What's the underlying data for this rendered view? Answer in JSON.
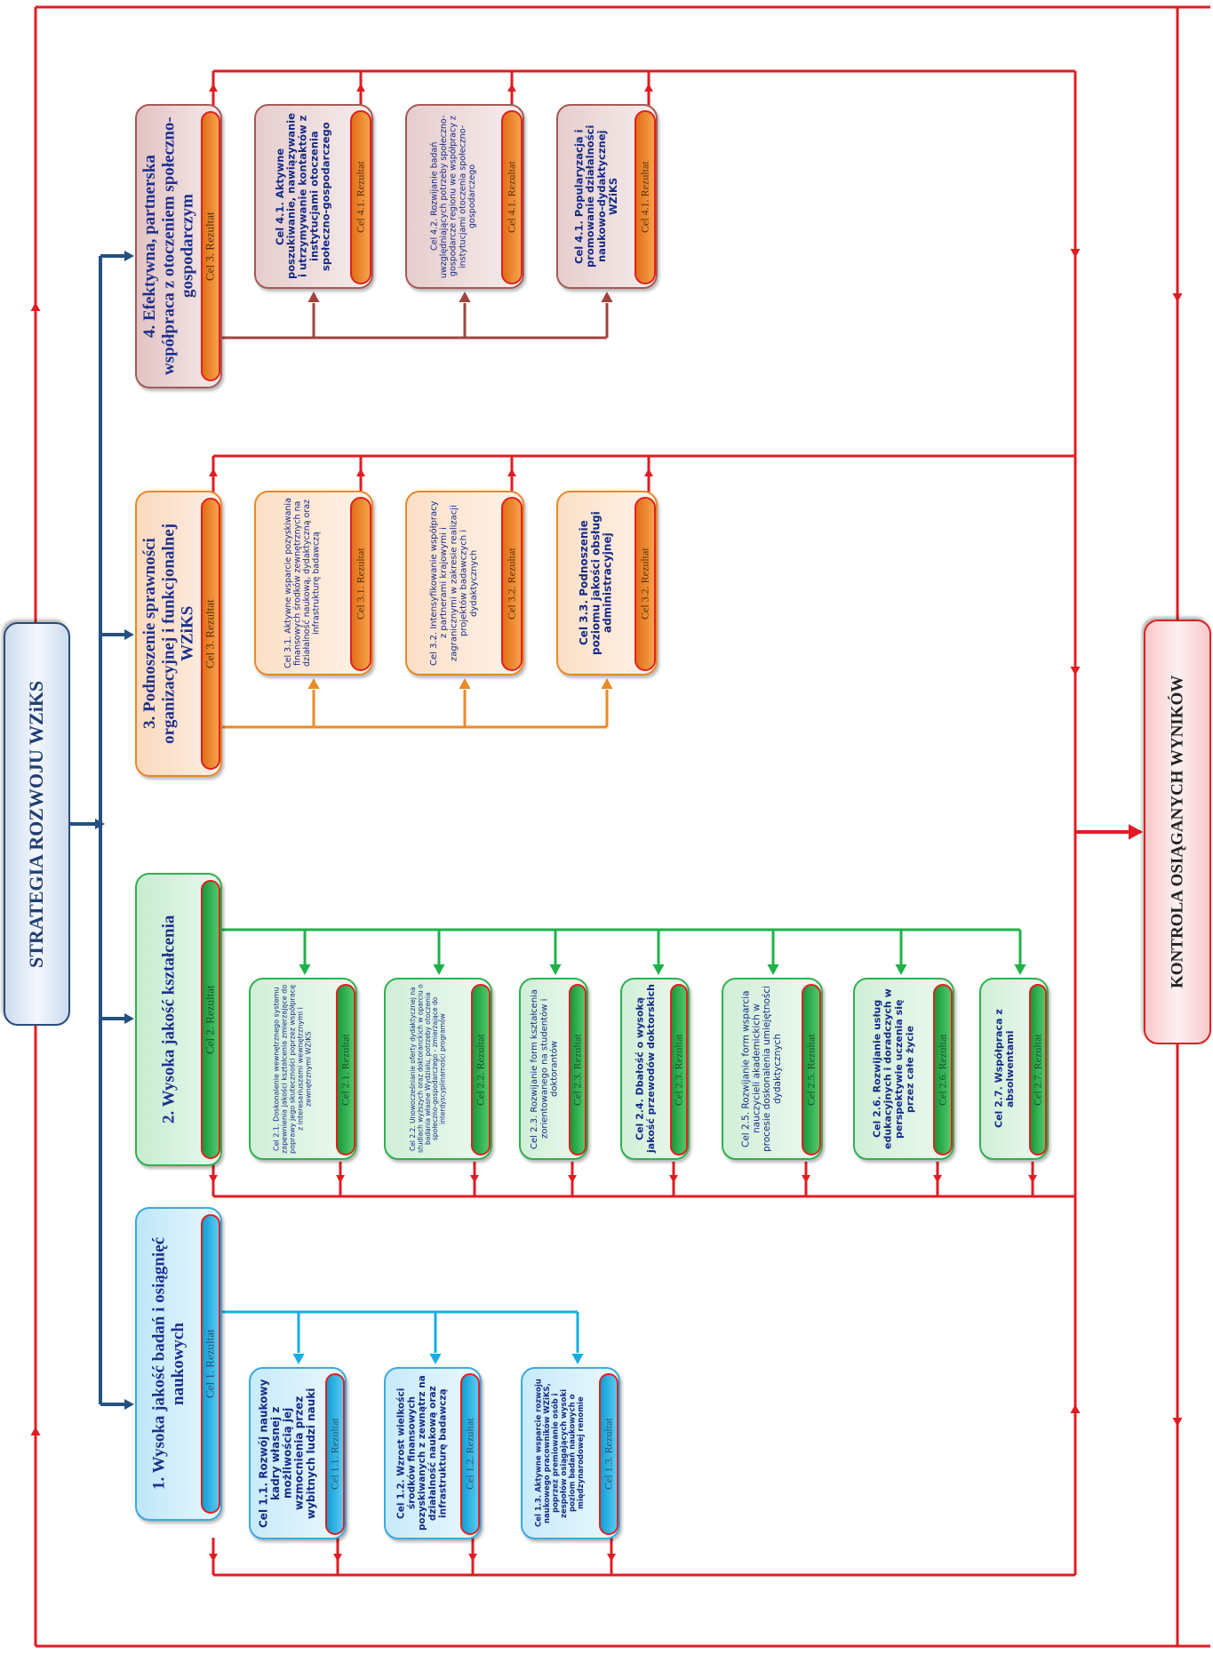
{
  "colors": {
    "control": "#e21b23",
    "strategy_arrow": "#25507f",
    "cyan": "#12aee6",
    "green": "#1fb24a",
    "orange": "#ec8a24",
    "brown": "#a0443c"
  },
  "strategy": {
    "label": "STRATEGIA ROZWOJU WZiKS"
  },
  "control": {
    "label": "KONTROLA OSIĄGANYCH WYNIKÓW"
  },
  "goals": [
    {
      "title": "1. Wysoka jakość badań i osiągnięć naukowych",
      "result": "Cel 1. Rezultat",
      "subgoals": [
        {
          "text": "Cel 1.1. Rozwój naukowy kadry własnej z możliwością jej wzmocnienia przez wybitnych ludzi nauki",
          "result": "Cel 1.1. Rezultat"
        },
        {
          "text": "Cel 1.2. Wzrost wielkości środków finansowych pozyskiwanych z zewnątrz na działalność naukową oraz infrastrukturę badawczą",
          "result": "Cel 1.2. Rezultat"
        },
        {
          "text": "Cel 1.3. Aktywne wsparcie rozwoju naukowego pracowników WZiKS, poprzez premiowanie osób i zespołów osiągających wysoki poziom badań naukowych o międzynarodowej renomie",
          "result": "Cel 1.3. Rezultat"
        }
      ]
    },
    {
      "title": "2. Wysoka jakość kształcenia",
      "result": "Cel 2. Rezultat",
      "subgoals": [
        {
          "text": "Cel 2.1. Doskonalenie wewnętrznego systemu zapewnienia jakości kształcenia zmierzające do poprawy jego skuteczności poprzez współpracę z interesariuszami wewnętrznymi i zewnętrznymi WZiKS",
          "result": "Cel 2.1. Rezultat"
        },
        {
          "text": "Cel 2.2. Unowocześnianie oferty dydaktycznej na studiach wyższych oraz doktoranckich w oparciu o badania własne Wydziału, potrzeby otoczenia społeczno-gospodarczego - zmierzające do interdyscyplinarności programów",
          "result": "Cel 2.2. Rezultat"
        },
        {
          "text": "Cel 2.3. Rozwijanie form kształcenia zorientowanego na studentów i doktorantów",
          "result": "Cel 2.3. Rezultat"
        },
        {
          "text": "Cel 2.4. Dbałość o wysoką jakość przewodów doktorskich",
          "result": "Cel 2.3. Rezultat"
        },
        {
          "text": "Cel 2.5. Rozwijanie form wsparcia nauczycieli akademickich w procesie doskonalenia umiejętności dydaktycznych",
          "result": "Cel 2.5. Rezultat"
        },
        {
          "text": "Cel 2.6. Rozwijanie usług edukacyjnych i doradczych w perspektywie uczenia się przez całe życie",
          "result": "Cel 2.6. Rezultat"
        },
        {
          "text": "Cel 2.7. Współpraca z absolwentami",
          "result": "Cel 2.7. Rezultat"
        }
      ]
    },
    {
      "title": "3. Podnoszenie sprawności organizacyjnej i funkcjonalnej WZiKS",
      "result": "Cel 3. Rezultat",
      "subgoals": [
        {
          "text": "Cel 3.1. Aktywne wsparcie pozyskiwania finansowych środków zewnętrznych na działalność naukową, dydaktyczną oraz infrastrukturę badawczą",
          "result": "Cel 3.1. Rezultat"
        },
        {
          "text": "Cel 3.2. Intensyfikowanie współpracy z partnerami krajowymi i zagranicznymi w zakresie realizacji projektów badawczych i dydaktycznych",
          "result": "Cel 3.2. Rezultat"
        },
        {
          "text": "Cel 3.3. Podnoszenie poziomu jakości obsługi administracyjnej",
          "result": "Cel 3.2. Rezultat"
        }
      ]
    },
    {
      "title": "4. Efektywna, partnerska współpraca z otoczeniem społeczno-gospodarczym",
      "result": "Cel 3. Rezultat",
      "subgoals": [
        {
          "text": "Cel 4.1. Aktywne poszukiwanie, nawiązywanie i utrzymywanie kontaktów z instytucjami otoczenia społeczno-gospodarczego",
          "result": "Cel 4.1. Rezultat"
        },
        {
          "text": "Cel 4.2. Rozwijanie badań uwzględniających potrzeby społeczno-gospodarcze regionu we współpracy z instytucjami otoczenia społeczno-gospodarczego",
          "result": "Cel 4.1. Rezultat"
        },
        {
          "text": "Cel 4.1. Popularyzacja i promowanie działalności naukowo-dydaktycznej WZiKS",
          "result": "Cel 4.1. Rezultat"
        }
      ]
    }
  ]
}
